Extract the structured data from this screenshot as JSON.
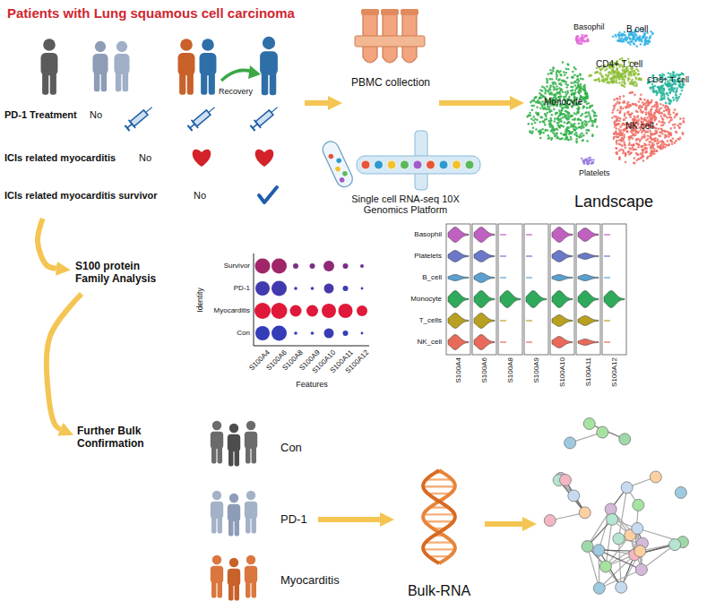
{
  "diagram": {
    "nodes": [
      {
        "text": [
          "Patients with Lung squamous cell carcinoma"
        ]
      },
      {
        "text": [
          "PBMC collection"
        ]
      },
      {
        "text": [
          "Single cell RNA-seq 10X Genomics Platform"
        ]
      },
      {
        "text": [
          "Landscape"
        ]
      },
      {
        "text": [
          "S100 protein Family Analysis"
        ]
      },
      {
        "text": [
          "Further Bulk Confirmation"
        ]
      },
      {
        "text": [
          "Con"
        ]
      },
      {
        "text": [
          "PD-1"
        ]
      },
      {
        "text": [
          "Myocarditis"
        ]
      },
      {
        "text": [
          "Bulk-RNA"
        ]
      }
    ],
    "edges": [
      {
        "from": 0,
        "to": 1,
        "arrow": "to"
      },
      {
        "from": 1,
        "to": 3,
        "arrow": "to"
      },
      {
        "from": 0,
        "to": 4,
        "arrow": "to"
      },
      {
        "from": 4,
        "to": 5,
        "arrow": "to"
      },
      {
        "from": 7,
        "to": 9,
        "arrow": "to"
      }
    ],
    "labels": [
      "PD-1 Treatment",
      "No",
      "ICIs related myocarditis",
      "No",
      "ICIs related myocarditis survivor",
      "No",
      "Recovery",
      "Basophil",
      "B cell",
      "CD4+ T cell",
      "CD8+ T cell",
      "Monocyte",
      "NK cell",
      "Platelets",
      "Survivor",
      "PD-1",
      "Myocarditis",
      "Con",
      "Identity",
      "S100A4",
      "S100A6",
      "S100A8",
      "S100A9",
      "S100A10",
      "S100A11",
      "S100A12",
      "Features",
      "Basophil",
      "Platelets",
      "B_cell",
      "Monocyte",
      "T_cells",
      "NK_cell",
      "S100A4",
      "S100A6",
      "S100A8",
      "S100A9",
      "S100A10",
      "S100A11",
      "S100A12"
    ]
  }
}
